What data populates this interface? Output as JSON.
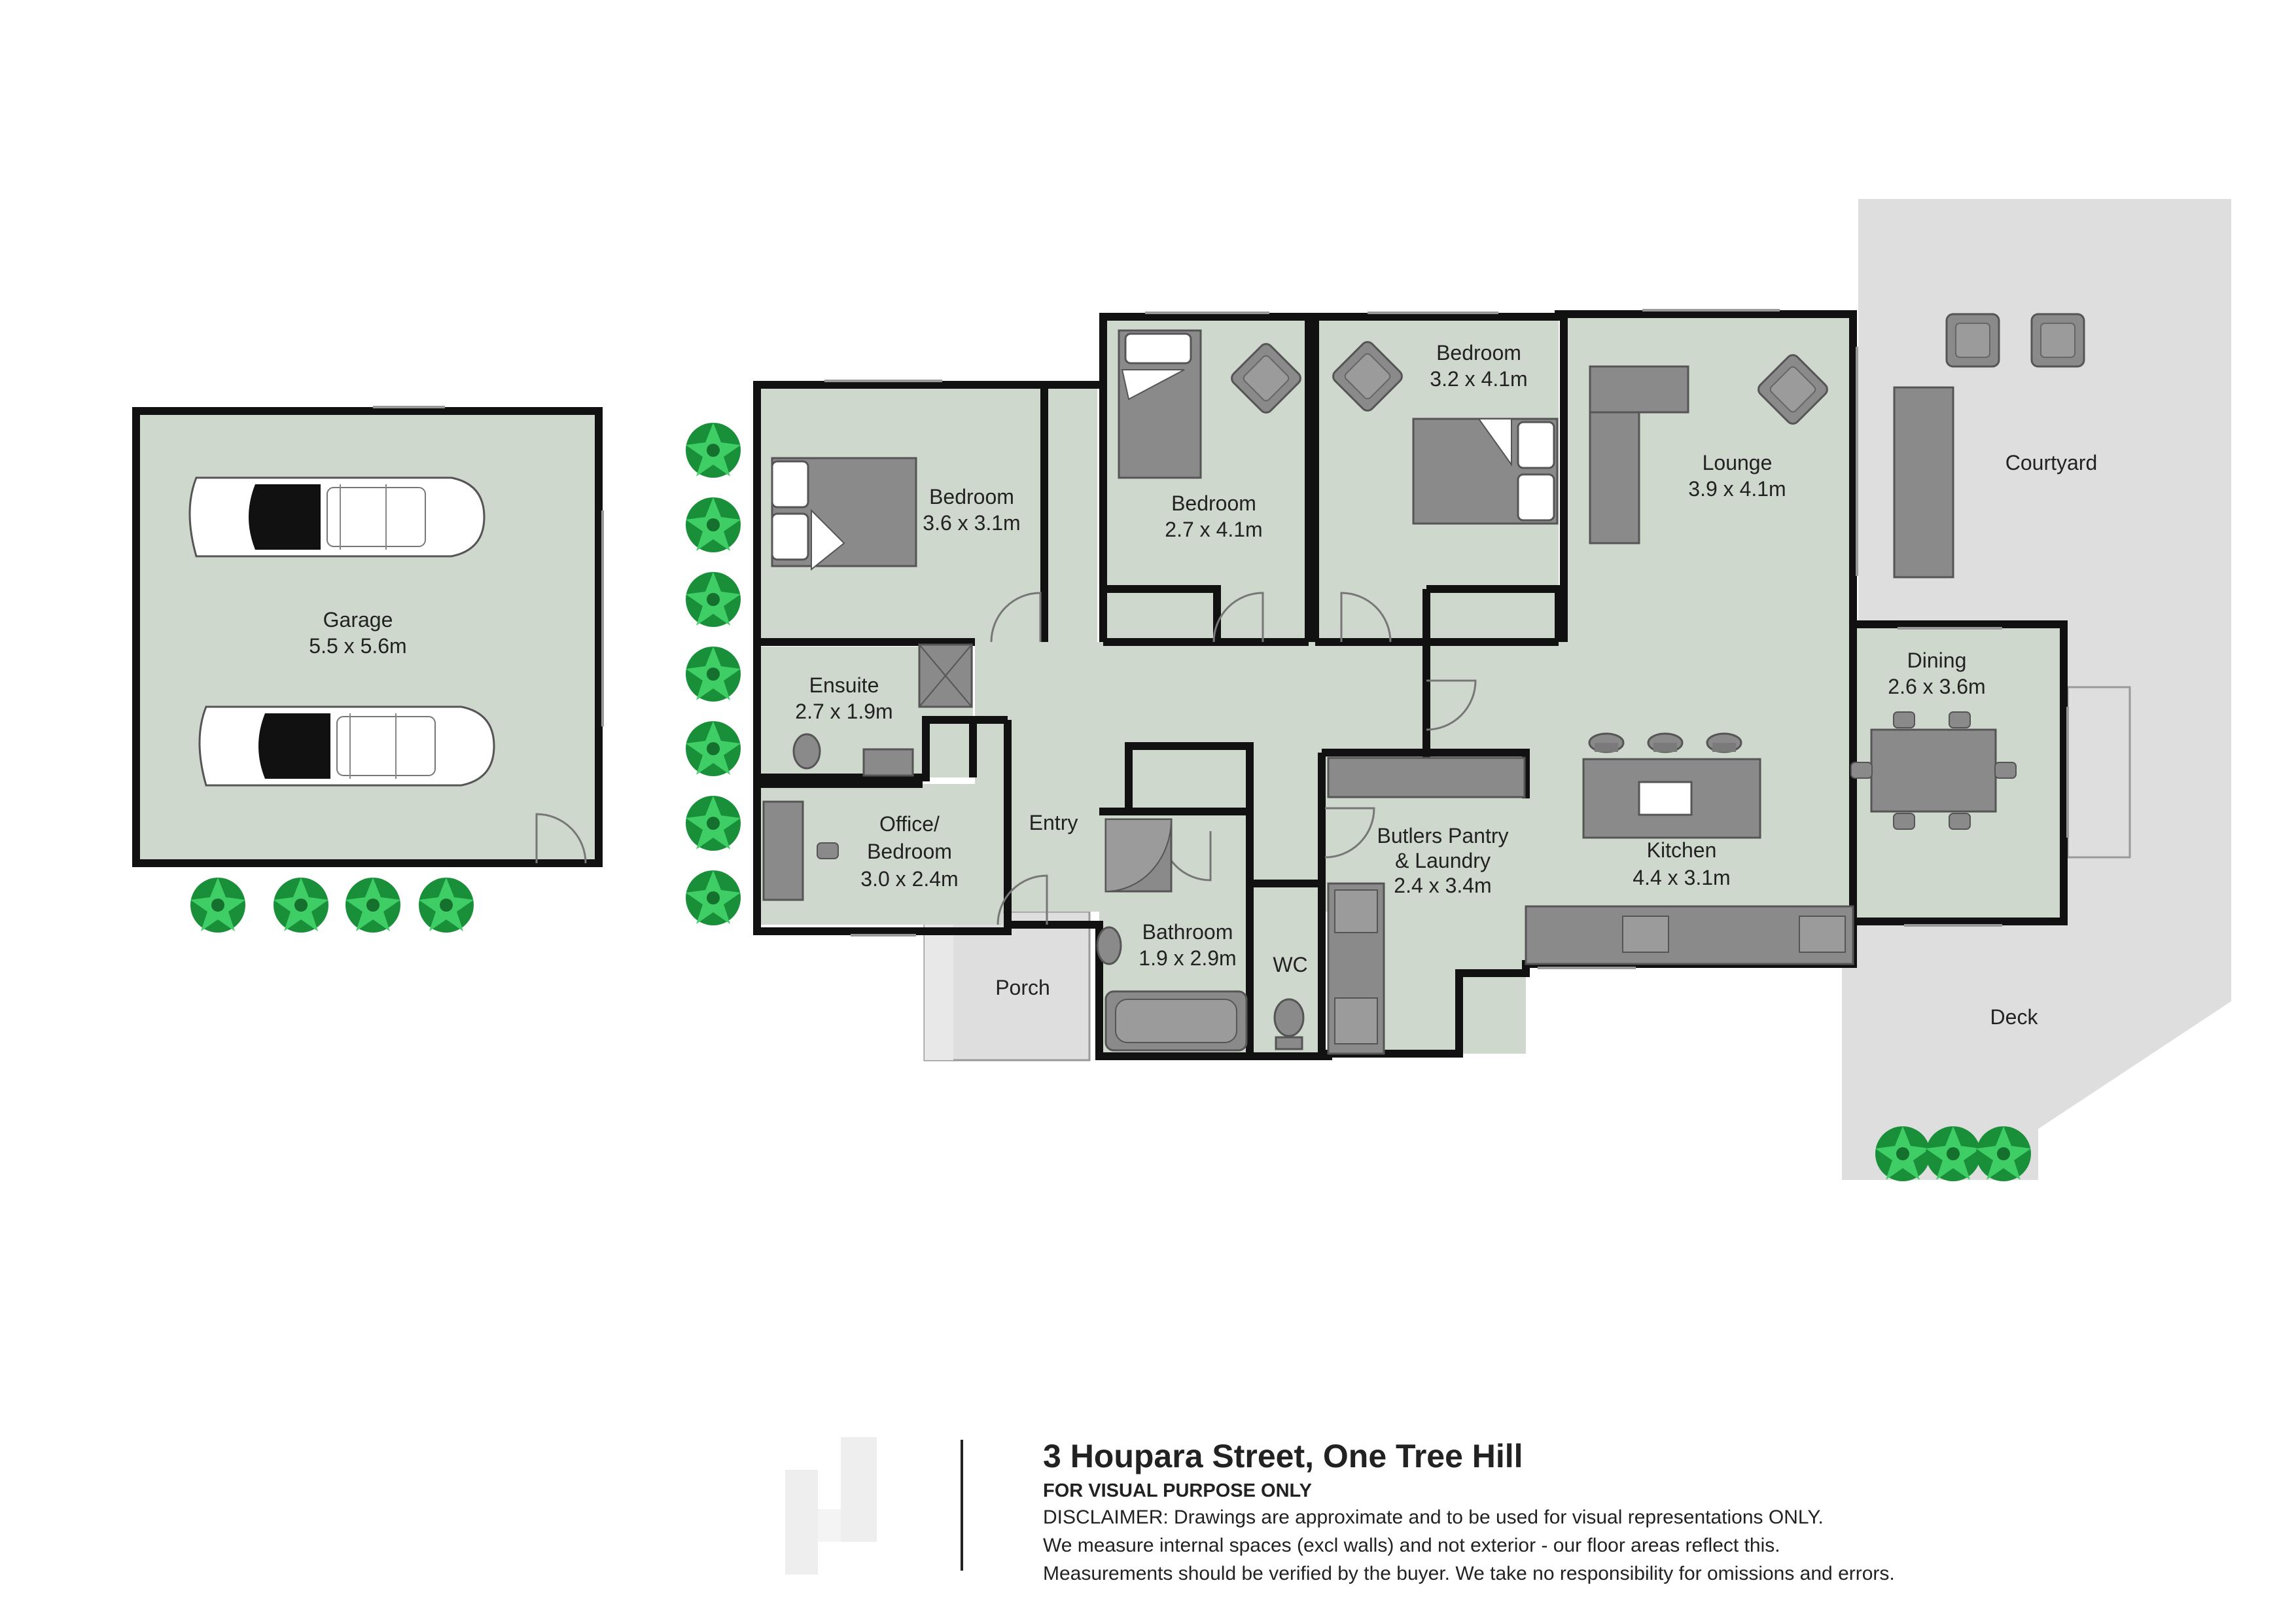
{
  "rooms": [
    {
      "id": "garage",
      "name": "Garage",
      "size": "5.5 x 5.6m"
    },
    {
      "id": "bedroom1",
      "name": "Bedroom",
      "size": "3.6 x 3.1m"
    },
    {
      "id": "bedroom2",
      "name": "Bedroom",
      "size": "2.7 x 4.1m"
    },
    {
      "id": "bedroom3",
      "name": "Bedroom",
      "size": "3.2 x 4.1m"
    },
    {
      "id": "lounge",
      "name": "Lounge",
      "size": "3.9 x 4.1m"
    },
    {
      "id": "courtyard",
      "name": "Courtyard",
      "size": ""
    },
    {
      "id": "ensuite",
      "name": "Ensuite",
      "size": "2.7 x 1.9m"
    },
    {
      "id": "office_line1",
      "name": "Office/",
      "size": ""
    },
    {
      "id": "office_line2",
      "name": "Bedroom",
      "size": "3.0 x 2.4m"
    },
    {
      "id": "entry",
      "name": "Entry",
      "size": ""
    },
    {
      "id": "dining",
      "name": "Dining",
      "size": "2.6 x 3.6m"
    },
    {
      "id": "butlers_line1",
      "name": "Butlers Pantry",
      "size": ""
    },
    {
      "id": "butlers_line2",
      "name": "& Laundry",
      "size": "2.4 x 3.4m"
    },
    {
      "id": "kitchen",
      "name": "Kitchen",
      "size": "4.4 x 3.1m"
    },
    {
      "id": "bathroom",
      "name": "Bathroom",
      "size": "1.9 x 2.9m"
    },
    {
      "id": "wc",
      "name": "WC",
      "size": ""
    },
    {
      "id": "porch",
      "name": "Porch",
      "size": ""
    },
    {
      "id": "deck",
      "name": "Deck",
      "size": ""
    }
  ],
  "footer": {
    "address": "3 Houpara Street, One Tree Hill",
    "subtitle": "FOR VISUAL PURPOSE ONLY",
    "disclaimer_1": "DISCLAIMER:  Drawings are approximate and to be used for visual representations ONLY.",
    "disclaimer_2": "We measure internal spaces (excl walls) and not exterior - our floor areas reflect this.",
    "disclaimer_3": "Measurements should be verified by the buyer. We take no responsibility for omissions and errors."
  },
  "colors": {
    "room_fill": "#cfd8cd",
    "outdoor_fill": "#dedede",
    "wall": "#111111",
    "furniture": "#8a8a8a",
    "plant": "#22b24c"
  }
}
